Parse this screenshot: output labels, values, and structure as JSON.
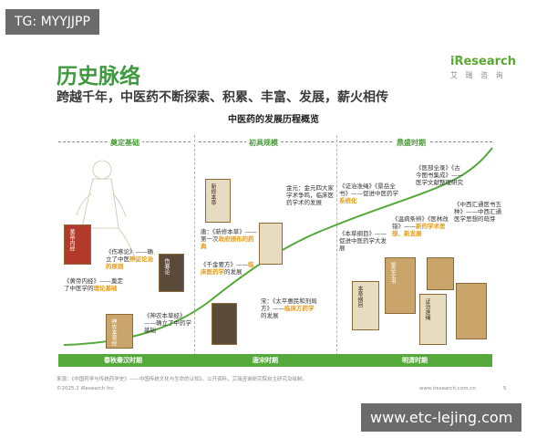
{
  "tag": "TG: MYYJJPP",
  "title": "历史脉络",
  "subtitle": "跨越千年，中医药不断探索、积累、丰富、发展，薪火相传",
  "logo": {
    "brand": "iResearch",
    "sub": "艾 瑞 咨 询"
  },
  "chart_title": "中医药的发展历程概览",
  "eras": [
    "奠定基础",
    "初具规模",
    "鼎盛时期"
  ],
  "periods": [
    "春秋秦汉时期",
    "唐宋时期",
    "明清时期"
  ],
  "annotations": {
    "a1": {
      "text": "《黄帝内经》——奠定了中医学的",
      "hl": "理论基础"
    },
    "a2": {
      "text": "《伤寒论》——确立了中医",
      "hl": "辨证论治的原则"
    },
    "a3": {
      "text": "《神农本草经》——确立了中药学基础",
      "hl": ""
    },
    "a4": {
      "text": "唐：《新修本草》——第一次",
      "hl": "政府颁布的药典"
    },
    "a5": {
      "text": "《千金要方》——",
      "hl": "临床医药学",
      "tail": "的发展"
    },
    "a6": {
      "text": "金元：金元四大家学术争鸣，临床医药学术的发展",
      "hl": ""
    },
    "a7": {
      "text": "宋：《太平惠民和剂局方》——",
      "hl": "临床方药学",
      "tail": "的发展"
    },
    "a8": {
      "text": "《证治准绳》《景岳全书》——促进中医药学",
      "hl": "系统化"
    },
    "a9": {
      "text": "《本草纲目》——促进中医药学大发展",
      "hl": ""
    },
    "a10": {
      "text": "《医部全录》《古今图书集成》——医学文献整理研究",
      "hl": ""
    },
    "a11": {
      "text": "《温病条辨》《医林改错》——",
      "hl": "新的学术思想、新发展"
    },
    "a12": {
      "text": "《中西汇通医书五种》——中西汇通医学思想的萌芽",
      "hl": ""
    }
  },
  "books": {
    "b1": "黄帝内经",
    "b2": "伤寒论",
    "b3": "神农本草经",
    "b4": "新修本草",
    "b5": "本草纲目",
    "b6": "景岳全书",
    "b7": "证治准绳"
  },
  "source": "来源：《中国药学与传统药学史》——中国传统文化与生命的认知》。公开资料，艾瑞咨询研究院自主研究及绘制。",
  "copyright": "©2025.2 iResearch Inc",
  "footer_url": "www.iresearch.com.cn",
  "page_number": "5",
  "watermark": "www.etc-lejing.com",
  "colors": {
    "green": "#55a93a",
    "title_green": "#3f9a3f",
    "highlight": "#e69a15"
  }
}
